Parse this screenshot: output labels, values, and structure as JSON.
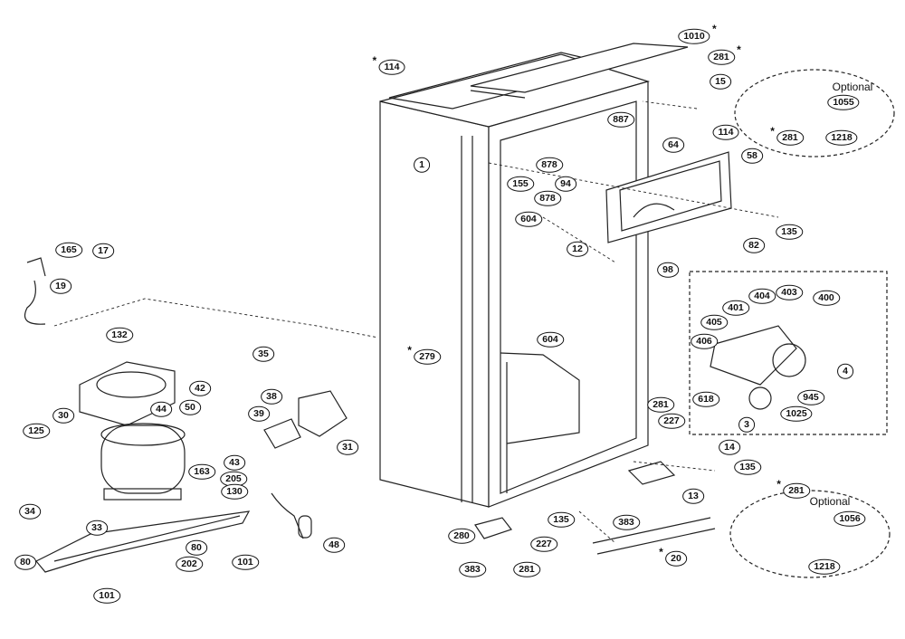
{
  "optional_text": "Optional",
  "parts": [
    {
      "id": "p1010",
      "text": "1010",
      "star": "after"
    },
    {
      "id": "p114a",
      "text": "114",
      "star": "before"
    },
    {
      "id": "p281a",
      "text": "281",
      "star": "after"
    },
    {
      "id": "p15",
      "text": "15"
    },
    {
      "id": "p1055",
      "text": "1055"
    },
    {
      "id": "p281b",
      "text": "281",
      "star": "before"
    },
    {
      "id": "p1218a",
      "text": "1218"
    },
    {
      "id": "p114b",
      "text": "114"
    },
    {
      "id": "p887",
      "text": "887"
    },
    {
      "id": "p1",
      "text": "1"
    },
    {
      "id": "p878a",
      "text": "878"
    },
    {
      "id": "p64",
      "text": "64"
    },
    {
      "id": "p58",
      "text": "58"
    },
    {
      "id": "p155",
      "text": "155"
    },
    {
      "id": "p94",
      "text": "94"
    },
    {
      "id": "p878b",
      "text": "878"
    },
    {
      "id": "p604a",
      "text": "604"
    },
    {
      "id": "p135a",
      "text": "135"
    },
    {
      "id": "p12",
      "text": "12"
    },
    {
      "id": "p82",
      "text": "82"
    },
    {
      "id": "p98",
      "text": "98"
    },
    {
      "id": "p165",
      "text": "165"
    },
    {
      "id": "p17",
      "text": "17"
    },
    {
      "id": "p19",
      "text": "19"
    },
    {
      "id": "p404",
      "text": "404"
    },
    {
      "id": "p403",
      "text": "403"
    },
    {
      "id": "p400",
      "text": "400"
    },
    {
      "id": "p401",
      "text": "401"
    },
    {
      "id": "p405",
      "text": "405"
    },
    {
      "id": "p406",
      "text": "406"
    },
    {
      "id": "p4",
      "text": "4"
    },
    {
      "id": "p132",
      "text": "132"
    },
    {
      "id": "p604b",
      "text": "604"
    },
    {
      "id": "p279",
      "text": "279",
      "star": "before"
    },
    {
      "id": "p35",
      "text": "35"
    },
    {
      "id": "p618",
      "text": "618"
    },
    {
      "id": "p945",
      "text": "945"
    },
    {
      "id": "p1025",
      "text": "1025"
    },
    {
      "id": "p3",
      "text": "3"
    },
    {
      "id": "p42",
      "text": "42"
    },
    {
      "id": "p38",
      "text": "38"
    },
    {
      "id": "p44",
      "text": "44"
    },
    {
      "id": "p50",
      "text": "50"
    },
    {
      "id": "p30",
      "text": "30"
    },
    {
      "id": "p39",
      "text": "39"
    },
    {
      "id": "p281c",
      "text": "281"
    },
    {
      "id": "p227a",
      "text": "227"
    },
    {
      "id": "p125",
      "text": "125"
    },
    {
      "id": "p31",
      "text": "31"
    },
    {
      "id": "p43",
      "text": "43"
    },
    {
      "id": "p14",
      "text": "14"
    },
    {
      "id": "p163",
      "text": "163"
    },
    {
      "id": "p205",
      "text": "205"
    },
    {
      "id": "p135b",
      "text": "135"
    },
    {
      "id": "p130",
      "text": "130"
    },
    {
      "id": "p34",
      "text": "34"
    },
    {
      "id": "p13",
      "text": "13"
    },
    {
      "id": "p281d",
      "text": "281",
      "star": "before"
    },
    {
      "id": "p33",
      "text": "33"
    },
    {
      "id": "p135c",
      "text": "135"
    },
    {
      "id": "p383a",
      "text": "383"
    },
    {
      "id": "p1056",
      "text": "1056"
    },
    {
      "id": "p48",
      "text": "48"
    },
    {
      "id": "p280",
      "text": "280"
    },
    {
      "id": "p227b",
      "text": "227"
    },
    {
      "id": "p80a",
      "text": "80"
    },
    {
      "id": "p20",
      "text": "20",
      "star": "before"
    },
    {
      "id": "p101a",
      "text": "101"
    },
    {
      "id": "p202",
      "text": "202"
    },
    {
      "id": "p80b",
      "text": "80"
    },
    {
      "id": "p383b",
      "text": "383"
    },
    {
      "id": "p281e",
      "text": "281"
    },
    {
      "id": "p1218b",
      "text": "1218"
    },
    {
      "id": "p101b",
      "text": "101"
    }
  ]
}
